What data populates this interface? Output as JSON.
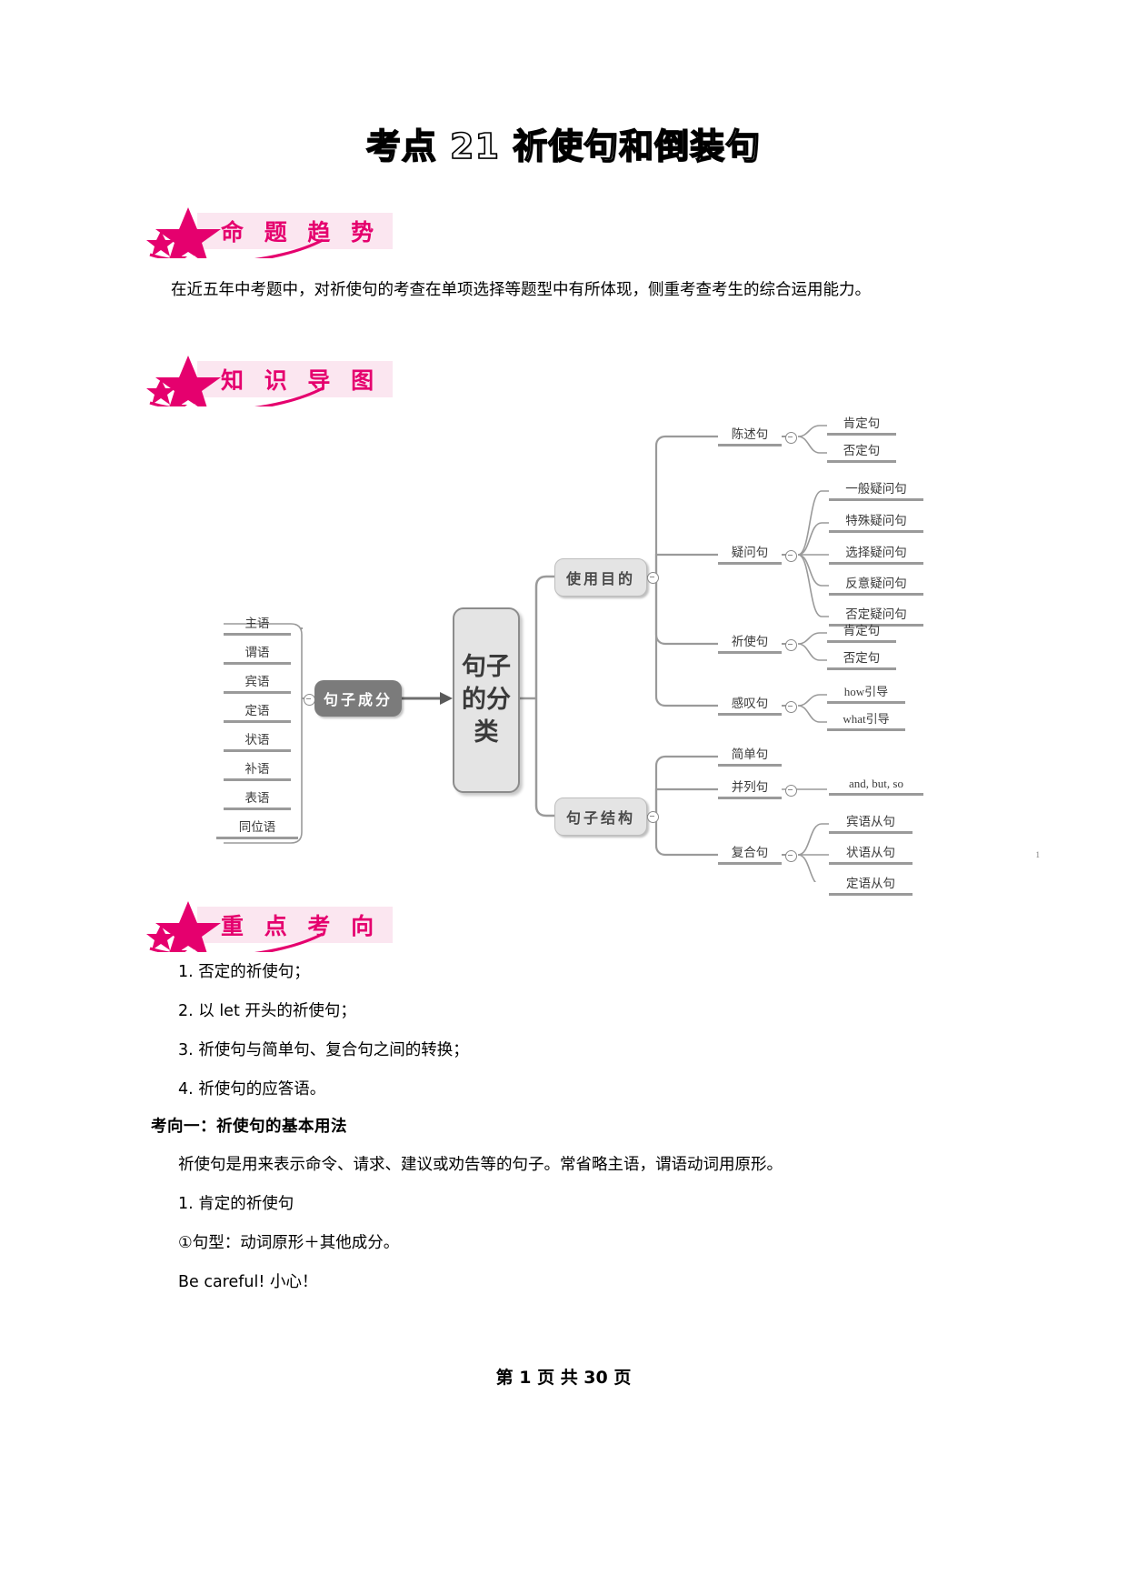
{
  "document": {
    "title": "考点 21 祈使句和倒装句",
    "footer": "第 1 页 共 30 页",
    "page_marker": "1"
  },
  "sections": [
    {
      "badge": "命 题 趋 势"
    },
    {
      "badge": "知 识 导 图"
    },
    {
      "badge": "重 点 考 向"
    }
  ],
  "trend": {
    "paragraph": "在近五年中考题中，对祈使句的考查在单项选择等题型中有所体现，侧重考查考生的综合运用能力。"
  },
  "key_points": {
    "items": [
      "1. 否定的祈使句；",
      "2. 以 let 开头的祈使句；",
      "3. 祈使句与简单句、复合句之间的转换；",
      "4. 祈使句的应答语。"
    ],
    "heading": "考向一：祈使句的基本用法",
    "body": [
      "祈使句是用来表示命令、请求、建议或劝告等的句子。常省略主语，谓语动词用原形。",
      "1. 肯定的祈使句",
      "①句型：动词原形＋其他成分。",
      "Be careful! 小心！"
    ]
  },
  "mindmap": {
    "center": "句子的分类",
    "components_node": "句子成分",
    "components": [
      "主语",
      "谓语",
      "宾语",
      "定语",
      "状语",
      "补语",
      "表语",
      "同位语"
    ],
    "purpose_node": "使用目的",
    "structure_node": "句子结构",
    "purpose_branches": [
      {
        "label": "陈述句",
        "children": [
          "肯定句",
          "否定句"
        ]
      },
      {
        "label": "疑问句",
        "children": [
          "一般疑问句",
          "特殊疑问句",
          "选择疑问句",
          "反意疑问句",
          "否定疑问句"
        ]
      },
      {
        "label": "祈使句",
        "children": [
          "肯定句",
          "否定句"
        ]
      },
      {
        "label": "感叹句",
        "children": [
          "how引导",
          "what引导"
        ]
      }
    ],
    "structure_branches": [
      {
        "label": "简单句",
        "children": []
      },
      {
        "label": "并列句",
        "children": [
          "and, but, so"
        ]
      },
      {
        "label": "复合句",
        "children": [
          "宾语从句",
          "状语从句",
          "定语从句"
        ]
      }
    ]
  },
  "colors": {
    "accent_pink": "#e5006e",
    "banner_pink": "#fbe6f0",
    "node_gray": "#7b7b7b",
    "light_gray": "#e4e4e4"
  }
}
